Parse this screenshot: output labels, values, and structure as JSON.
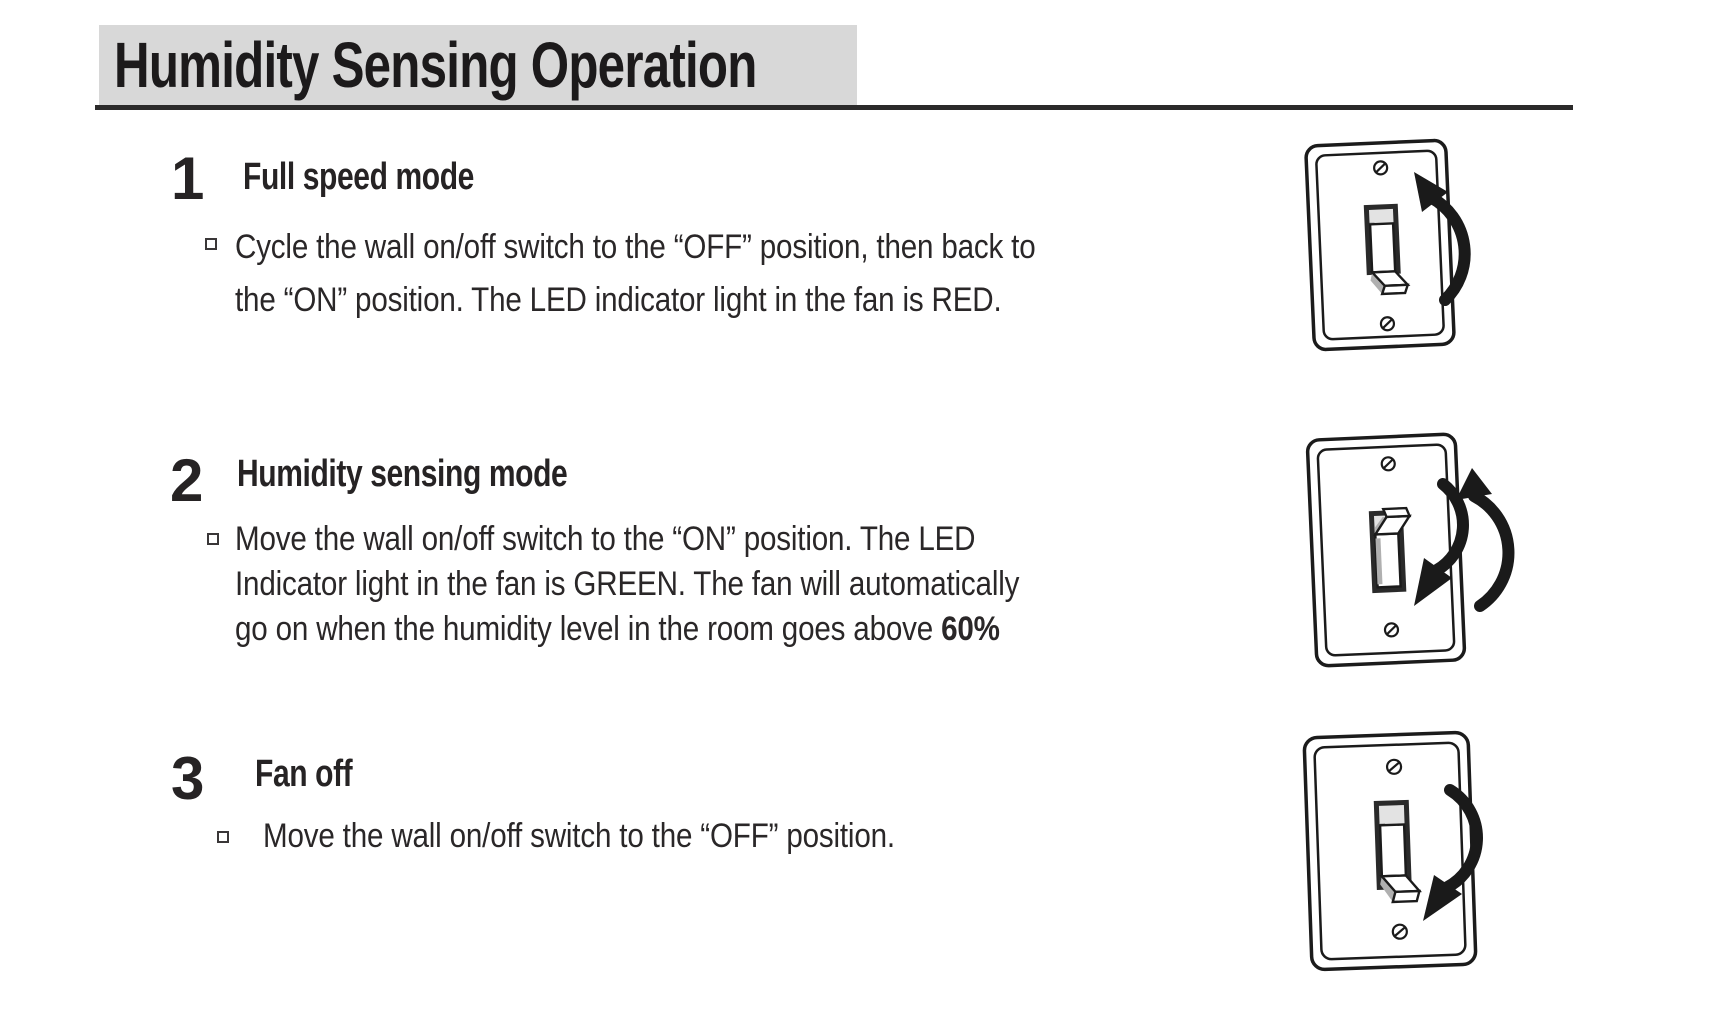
{
  "title": "Humidity Sensing Operation",
  "steps": [
    {
      "number": "1",
      "heading": "Full speed mode",
      "bullet_lines": [
        "Cycle the wall on/off switch to the “OFF” position, then back to",
        "the “ON” position. The LED indicator light in the fan is RED."
      ]
    },
    {
      "number": "2",
      "heading": "Humidity sensing mode",
      "bullet_lines": [
        "Move the wall on/off switch to the “ON” position. The LED",
        "Indicator light in the fan is GREEN. The fan will automatically",
        "go on when the humidity level in the room goes above "
      ],
      "bold_suffix": "60%"
    },
    {
      "number": "3",
      "heading": "Fan off",
      "bullet_lines": [
        "Move the wall on/off switch to the “OFF” position."
      ]
    }
  ],
  "illustrations": [
    {
      "icon": "wall-switch-toggle-down-cycle-up-arrow-icon"
    },
    {
      "icon": "wall-switch-toggle-up-cycle-both-arrows-icon"
    },
    {
      "icon": "wall-switch-toggle-down-down-arrow-icon"
    }
  ],
  "colors": {
    "title_bar_bg": "#d8d8d8",
    "rule": "#2b2a2a",
    "text": "#231f20",
    "line_art": "#1b1b1b",
    "toggle_shade": "#b0b0b0",
    "opening_shadow": "#9e9e9e"
  }
}
